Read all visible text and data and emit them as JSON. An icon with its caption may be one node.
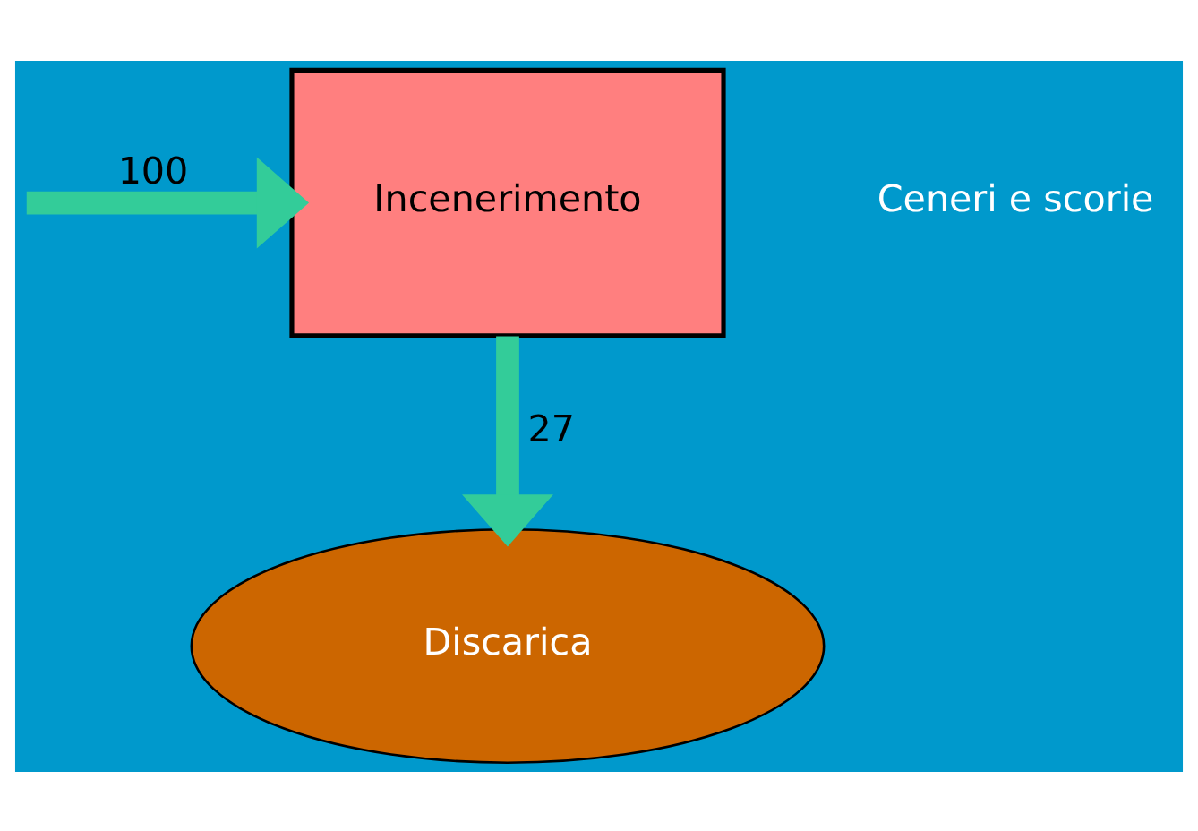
{
  "diagram": {
    "nodes": [
      {
        "text": [
          "Incenerimento"
        ]
      },
      {
        "text": [
          "Discarica"
        ]
      }
    ],
    "edges": [
      {
        "from": null,
        "to": 0,
        "arrow": "to",
        "label": "100"
      },
      {
        "from": 0,
        "to": 1,
        "arrow": "to",
        "label": "27"
      }
    ],
    "labels": [
      "Ceneri e scorie"
    ]
  }
}
